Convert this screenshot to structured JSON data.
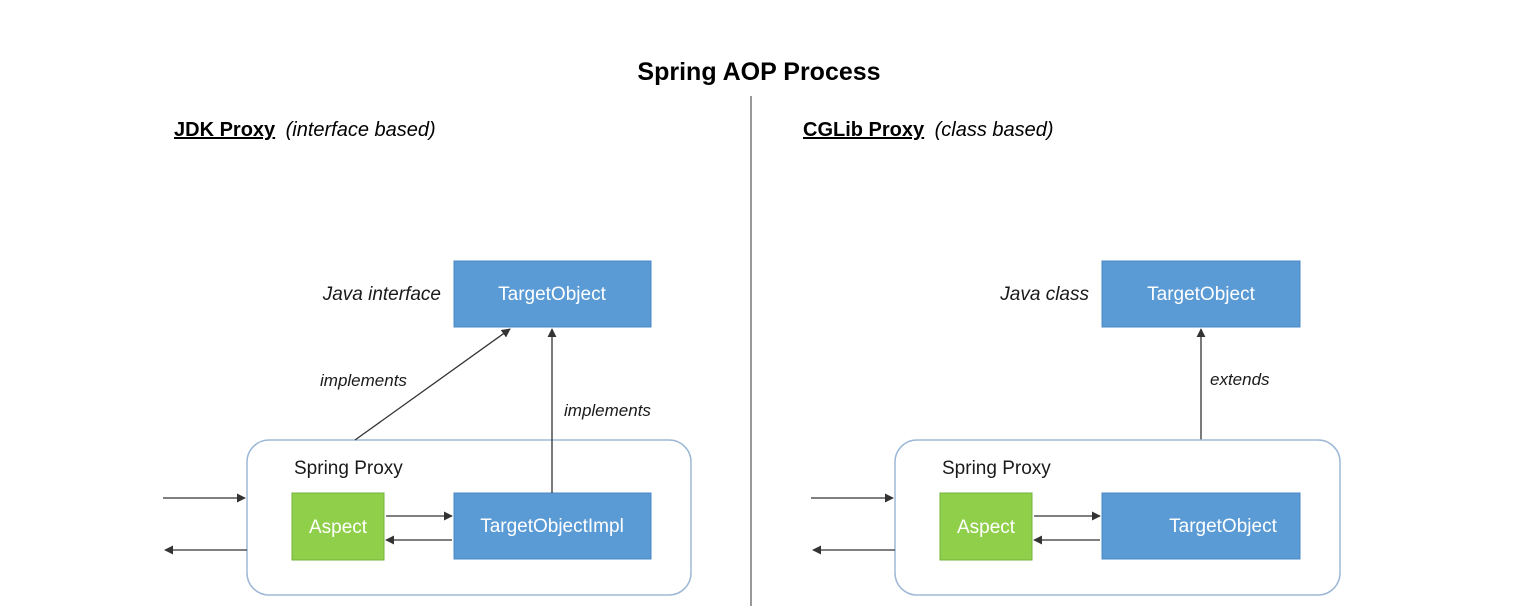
{
  "title": "Spring AOP Process",
  "colors": {
    "blue_box": "#5b9bd5",
    "blue_box_border": "#4a89c4",
    "green_box": "#8fcf4a",
    "green_box_border": "#76b33a",
    "proxy_border": "#9db8d6",
    "line": "#333333",
    "divider": "#555555"
  },
  "left": {
    "heading_bold": "JDK Proxy",
    "heading_italic": "(interface based)",
    "side_label": "Java interface",
    "target_box": "TargetObject",
    "edge_label_diagonal": "implements",
    "edge_label_vertical": "implements",
    "proxy_label": "Spring Proxy",
    "aspect_box": "Aspect",
    "impl_box": "TargetObjectImpl"
  },
  "right": {
    "heading_bold": "CGLib Proxy",
    "heading_italic": "(class based)",
    "side_label": "Java class",
    "target_box": "TargetObject",
    "edge_label_vertical": "extends",
    "proxy_label": "Spring Proxy",
    "aspect_box": "Aspect",
    "impl_box": "TargetObject"
  }
}
